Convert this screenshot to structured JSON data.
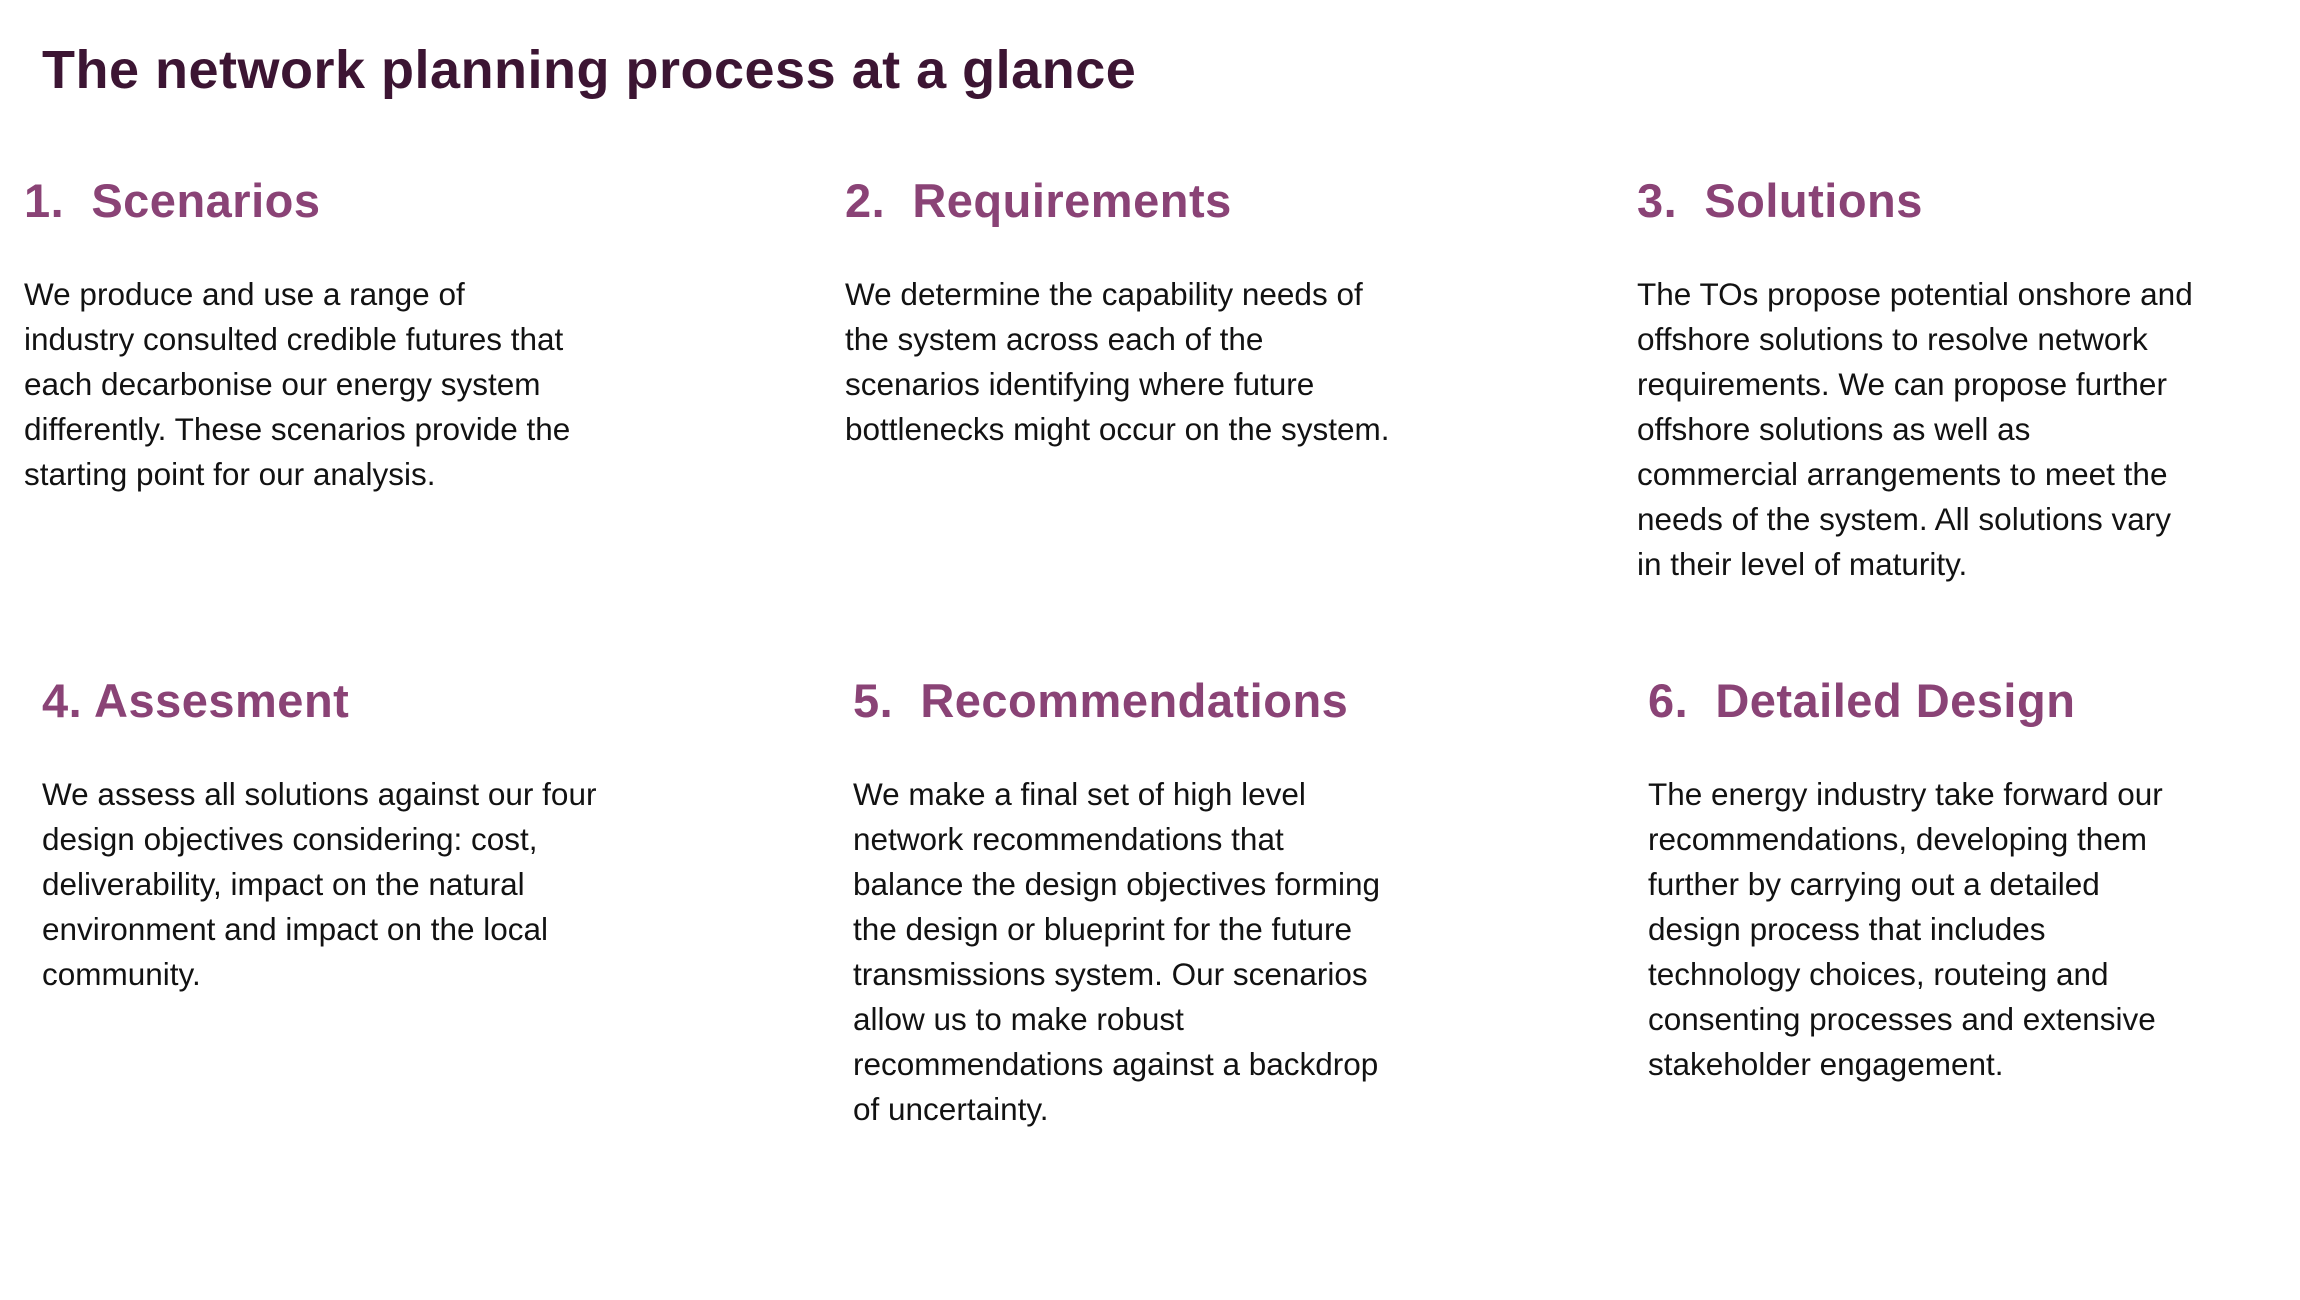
{
  "page": {
    "title": "The network planning process at a glance",
    "colors": {
      "title_text": "#3c1533",
      "step_heading_text": "#8a4376",
      "body_text": "#121212",
      "background": "#ffffff"
    }
  },
  "steps": [
    {
      "number": "1.",
      "name": "Scenarios",
      "heading": "1.  Scenarios",
      "body": "We produce and use a range of\nindustry consulted credible futures that\neach decarbonise our energy system\ndifferently. These scenarios provide the\nstarting point for our analysis."
    },
    {
      "number": "2.",
      "name": "Requirements",
      "heading": "2.  Requirements",
      "body": "We determine the capability needs of\nthe system across each of the\nscenarios identifying where future\nbottlenecks might occur on the system."
    },
    {
      "number": "3.",
      "name": "Solutions",
      "heading": "3.  Solutions",
      "body": "The TOs propose potential onshore and\noffshore solutions to resolve network\nrequirements. We can propose further\noffshore solutions as well as\ncommercial arrangements to meet the\nneeds of the system. All solutions vary\nin their level of maturity."
    },
    {
      "number": "4.",
      "name": "Assesment",
      "heading": "4. Assesment",
      "body": "We assess all solutions against our four\ndesign objectives considering: cost,\ndeliverability, impact on the natural\nenvironment and impact on the local\ncommunity."
    },
    {
      "number": "5.",
      "name": "Recommendations",
      "heading": "5.  Recommendations",
      "body": "We make a final set of high level\nnetwork recommendations that\nbalance the design objectives forming\nthe design or blueprint for the future\ntransmissions system. Our scenarios\nallow us to make robust\nrecommendations against a backdrop\nof uncertainty."
    },
    {
      "number": "6.",
      "name": "Detailed Design",
      "heading": "6.  Detailed Design",
      "body": "The energy industry take forward our\nrecommendations, developing them\nfurther by carrying out a detailed\ndesign process that includes\ntechnology choices, routeing and\nconsenting processes and extensive\nstakeholder engagement."
    }
  ]
}
